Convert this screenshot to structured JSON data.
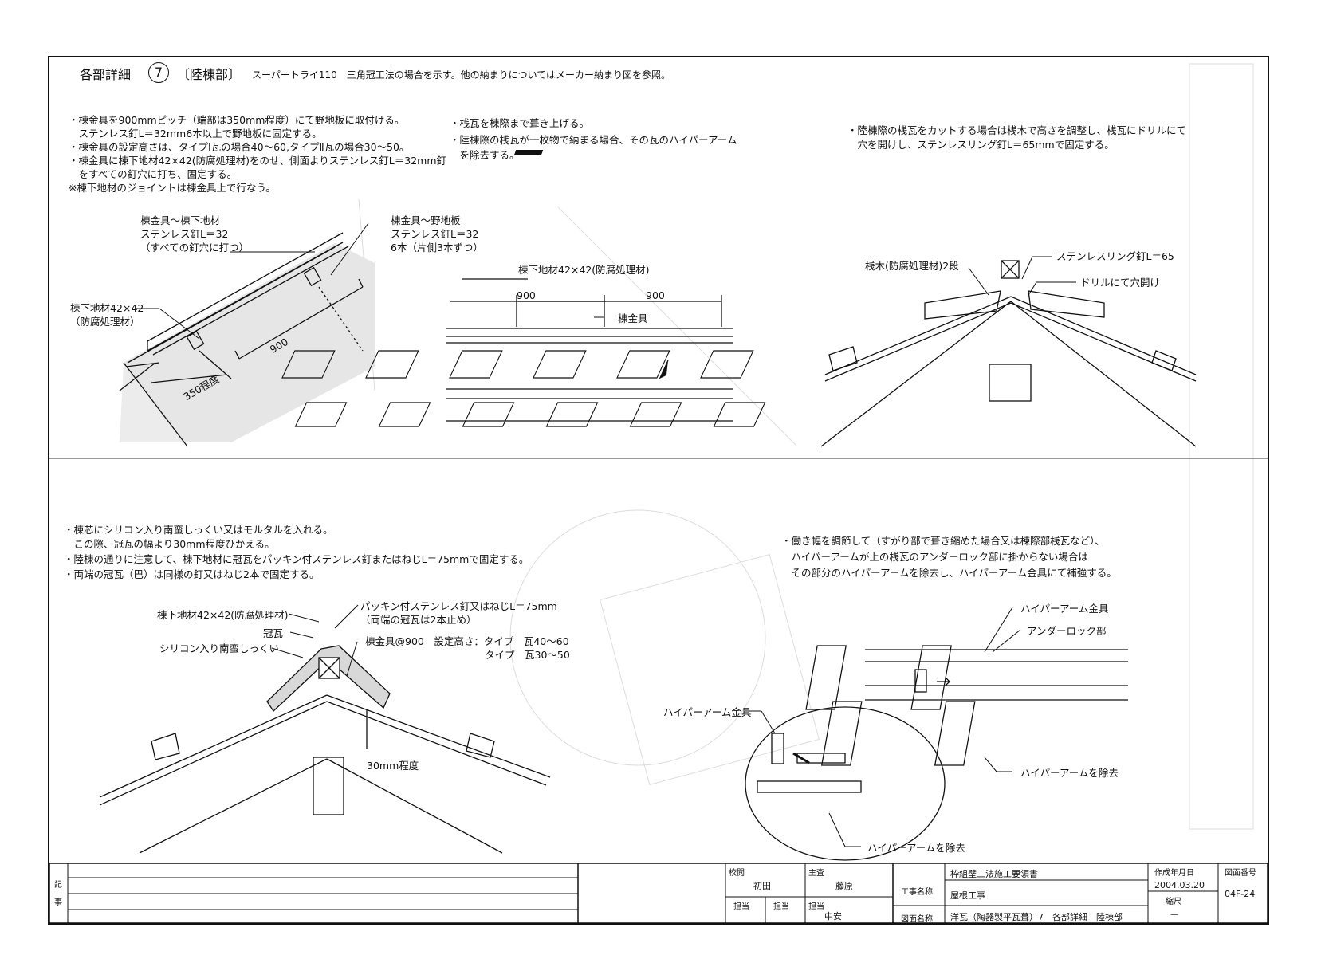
{
  "header": {
    "title": "各部詳細",
    "number": "7",
    "section": "〔陸棟部〕",
    "description": "スーパートライ110　三角冠工法の場合を示す。他の納まりについてはメーカー納まり図を参照。"
  },
  "panel1": {
    "notes": [
      "・棟金具を900mmピッチ（端部は350mm程度）にて野地板に取付ける。",
      "　ステンレス釘L＝32mm6本以上で野地板に固定する。",
      "・棟金具の設定高さは、タイプⅠ瓦の場合40～60,タイプⅡ瓦の場合30～50。",
      "・棟金具に棟下地材42×42(防腐処理材)をのせ、側面よりステンレス釘L＝32mm釘",
      "　をすべての釘穴に打ち、固定する。",
      "※棟下地材のジョイントは棟金具上で行なう。"
    ],
    "label_a": "棟金具～棟下地材\nステンレス釘L＝32\n（すべての釘穴に打つ）",
    "label_b": "棟金具～野地板\nステンレス釘L＝32\n6本（片側3本ずつ）",
    "label_c": "棟下地材42×42\n（防腐処理材）",
    "dim_900": "900",
    "dim_350": "350程度"
  },
  "panel2": {
    "notes": [
      "・桟瓦を棟際まで葺き上げる。",
      "・陸棟際の桟瓦が一枚物で納まる場合、その瓦のハイパーアーム",
      "　を除去する。"
    ],
    "label_sub": "棟下地材42×42(防腐処理材)",
    "dim_left": "900",
    "dim_right": "900",
    "label_kanagu": "棟金具"
  },
  "panel3": {
    "notes": [
      "・陸棟際の桟瓦をカットする場合は桟木で高さを調整し、桟瓦にドリルにて",
      "　穴を開けし、ステンレスリング釘L＝65mmで固定する。"
    ],
    "label_sangi": "桟木(防腐処理材)2段",
    "label_ring": "ステンレスリング釘L＝65",
    "label_drill": "ドリルにて穴開け"
  },
  "panel4": {
    "notes": [
      "・棟芯にシリコン入り南蛮しっくい又はモルタルを入れる。",
      "　この際、冠瓦の幅より30mm程度ひかえる。",
      "・陸棟の通りに注意して、棟下地材に冠瓦をパッキン付ステンレス釘またはねじL＝75mmで固定する。",
      "・両端の冠瓦（巴）は同様の釘又はねじ2本で固定する。"
    ],
    "label_sub": "棟下地材42×42(防腐処理材)",
    "label_kanmuri": "冠瓦",
    "label_silicon": "シリコン入り南蛮しっくい",
    "label_nail": "パッキン付ステンレス釘又はねじL＝75mm\n（両端の冠瓦は2本止め）",
    "label_kanagu": "棟金具@900　設定高さ：タイプ　瓦40～60\n　　　　　　　　　　　　タイプ　瓦30～50",
    "label_30": "30mm程度"
  },
  "panel5": {
    "notes": [
      "・働き幅を調節して（すがり部で葺き縮めた場合又は棟際部桟瓦など）、",
      "　ハイパーアームが上の桟瓦のアンダーロック部に掛からない場合は",
      "　その部分のハイパーアームを除去し、ハイパーアーム金具にて補強する。"
    ],
    "label_hyper_kanagu": "ハイパーアーム金具",
    "label_underlock": "アンダーロック部",
    "label_remove": "ハイパーアームを除去",
    "label_hyper_kanagu2": "ハイパーアーム金具",
    "label_remove2": "ハイパーアームを除去"
  },
  "title_block": {
    "remarks_label": "記事",
    "checked_label": "校閲",
    "checked_by": "初田",
    "chief_label": "主査",
    "chief_by": "藤原",
    "staff_label_1": "担当",
    "staff_label_2": "担当",
    "staff_label_3": "担当",
    "staff_by": "中安",
    "project_label": "工事名称",
    "project_name": "枠組壁工法施工要領書",
    "work_name": "屋根工事",
    "drawing_label": "図面名称",
    "drawing_name": "洋瓦（陶器製平瓦葺）7　各部詳細　陸棟部",
    "date_label": "作成年月日",
    "date": "2004.03.20",
    "scale_label": "縮尺",
    "scale": "—",
    "number_label": "図面番号",
    "number": "04F-24"
  }
}
